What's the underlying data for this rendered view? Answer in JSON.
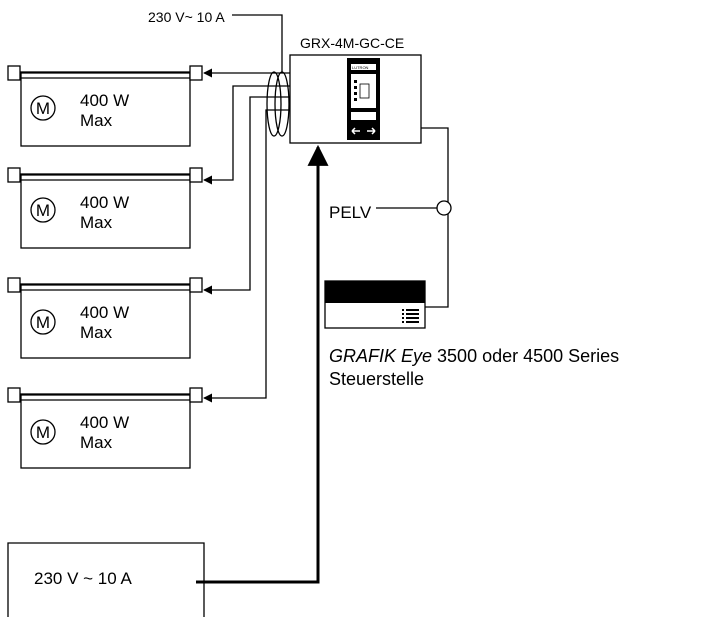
{
  "supply_top_label": "230 V~ 10 A",
  "module_label": "GRX-4M-GC-CE",
  "module_brand": "LUTRON",
  "motors": [
    {
      "symbol": "M",
      "power": "400 W",
      "unit": "Max"
    },
    {
      "symbol": "M",
      "power": "400 W",
      "unit": "Max"
    },
    {
      "symbol": "M",
      "power": "400 W",
      "unit": "Max"
    },
    {
      "symbol": "M",
      "power": "400 W",
      "unit": "Max"
    }
  ],
  "pelv_label": "PELV",
  "control_label": {
    "italic": "GRAFIK Eye",
    "rest": " 3500 oder 4500 Series",
    "line2": "Steuerstelle"
  },
  "supply_bottom_label": "230 V ~ 10 A"
}
